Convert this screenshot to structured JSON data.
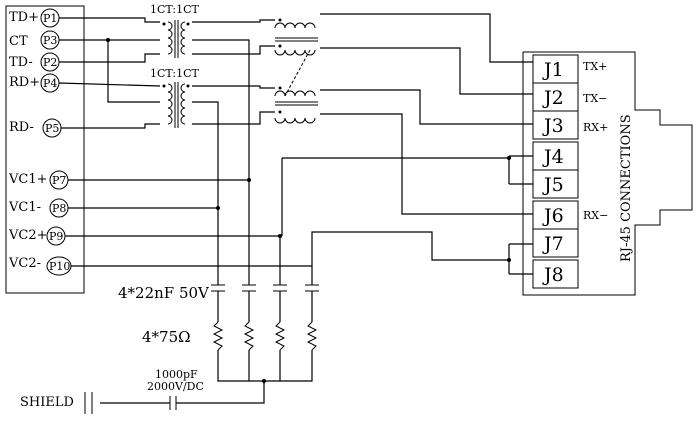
{
  "module_pins": [
    {
      "signal": "TD+",
      "pin": "P1"
    },
    {
      "signal": "CT",
      "pin": "P3"
    },
    {
      "signal": "TD-",
      "pin": "P2"
    },
    {
      "signal": "RD+",
      "pin": "P4"
    },
    {
      "signal": "RD-",
      "pin": "P5"
    },
    {
      "signal": "VC1+",
      "pin": "P7"
    },
    {
      "signal": "VC1-",
      "pin": "P8"
    },
    {
      "signal": "VC2+",
      "pin": "P9"
    },
    {
      "signal": "VC2-",
      "pin": "P10"
    }
  ],
  "transformers": {
    "top_ratio": "1CT:1CT",
    "bottom_ratio": "1CT:1CT"
  },
  "rj45": {
    "title": "RJ-45 CONNECTIONS",
    "pins": [
      "J1",
      "J2",
      "J3",
      "J4",
      "J5",
      "J6",
      "J7",
      "J8"
    ],
    "signals": {
      "J1": "TX+",
      "J2": "TX−",
      "J3": "RX+",
      "J6": "RX−"
    }
  },
  "components": {
    "capacitors": "4*22nF 50V",
    "resistors": "4*75Ω",
    "shield_cap_value": "1000pF",
    "shield_cap_rating": "2000V/DC",
    "shield_label": "SHIELD"
  }
}
